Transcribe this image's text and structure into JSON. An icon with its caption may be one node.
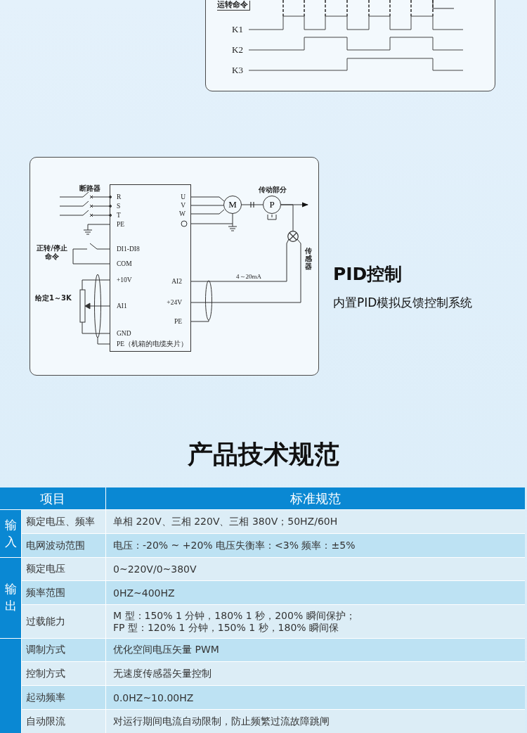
{
  "diagram": {
    "nodes": [
      {
        "text": [
          "R",
          "U",
          "S",
          "V",
          "T",
          "W",
          "PE",
          "DI1-DI8",
          "COM",
          "+10V",
          "AI2",
          "+24V",
          "AI1",
          "PE",
          "GND",
          "PE（机箱的电缆夹片）"
        ]
      },
      {
        "text": [
          "M"
        ]
      },
      {
        "text": [
          "P"
        ]
      },
      {
        "text": [],
        "shape": "circle"
      }
    ],
    "edges": [
      {
        "from": 0,
        "to": 1,
        "arrow": "none"
      },
      {
        "from": 0,
        "to": 1,
        "arrow": "none"
      },
      {
        "from": 0,
        "to": 1,
        "arrow": "none"
      },
      {
        "from": 0,
        "to": 1,
        "arrow": "none"
      },
      {
        "from": 1,
        "to": 2,
        "arrow": "none"
      },
      {
        "from": 2,
        "to": null,
        "arrow": "to"
      },
      {
        "from": 2,
        "to": 3,
        "arrow": "none"
      },
      {
        "from": 3,
        "to": 0,
        "arrow": "none",
        "label": "4～20mA"
      },
      {
        "from": 3,
        "to": 0,
        "arrow": "none"
      }
    ],
    "labels": [
      "运转命令",
      "K1",
      "K2",
      "K3",
      "断路器",
      "正转/停止命令",
      "给定1～3K",
      "传动部分",
      "传感器",
      "PID控制",
      "内置PID模拟反馈控制系统",
      "产品技术规范",
      "项目",
      "标准规范",
      "输入",
      "额定电压、频率",
      "单相 220V、三相 220V、三相 380V；50HZ/60H",
      "电网波动范围",
      "电压：-20% ~ +20% 电压失衡率：<3% 频率：±5%",
      "输出",
      "额定电压",
      "0~220V/0~380V",
      "频率范围",
      "0HZ~400HZ",
      "过载能力",
      "M 型：150% 1 分钟，180% 1 秒，200% 瞬间保护；",
      "FP 型：120% 1 分钟，150% 1 秒，180% 瞬间保",
      "调制方式",
      "优化空间电压矢量 PWM",
      "控制方式",
      "无速度传感器矢量控制",
      "起动频率",
      "0.0HZ~10.00HZ",
      "自动限流",
      "对运行期间电流自动限制，防止频繁过流故障跳闸"
    ]
  }
}
